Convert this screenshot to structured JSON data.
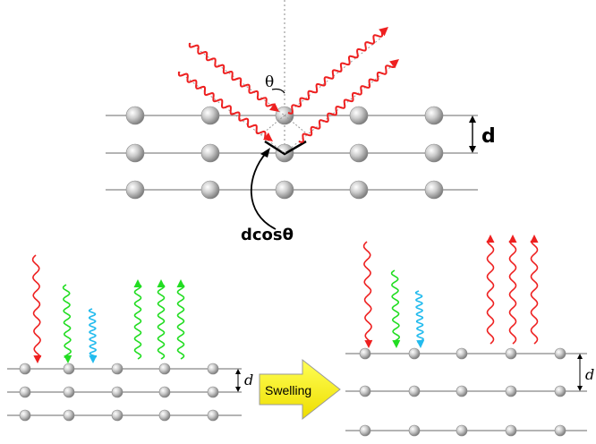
{
  "labels": {
    "theta": "θ",
    "d_top": "d",
    "dcos": "dcosθ",
    "d_left": "d",
    "d_right": "d",
    "swelling": "Swelling"
  },
  "colors": {
    "red": "#ee2020",
    "green": "#22dd22",
    "cyan": "#22bbee",
    "arrow_fill": "#ffff00",
    "line": "#888888"
  }
}
